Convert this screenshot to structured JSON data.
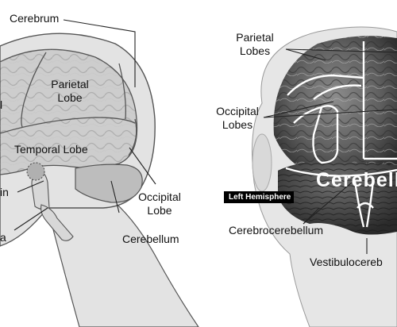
{
  "left_panel": {
    "labels": {
      "cerebrum": "Cerebrum",
      "frontal_fragment": "l",
      "parietal_line1": "Parietal",
      "parietal_line2": "Lobe",
      "temporal": "Temporal Lobe",
      "brainstem_fragment": "in",
      "pons_fragment": "a",
      "occipital_line1": "Occipital",
      "occipital_line2": "Lobe",
      "cerebellum": "Cerebellum"
    }
  },
  "right_panel": {
    "labels": {
      "parietal_line1": "Parietal",
      "parietal_line2": "Lobes",
      "occipital_line1": "Occipital",
      "occipital_line2": "Lobes",
      "cerebellum_overlay": "Cerebellu",
      "left_hemisphere": "Left Hemisphere",
      "cerebrocerebellum": "Cerebrocerebellum",
      "vestibulocerebellum": "Vestibulocereb"
    }
  },
  "colors": {
    "skin": "#e3e3e3",
    "brain_light": "#cecece",
    "brain_dark": "#4a4a4a",
    "line": "#222222"
  }
}
